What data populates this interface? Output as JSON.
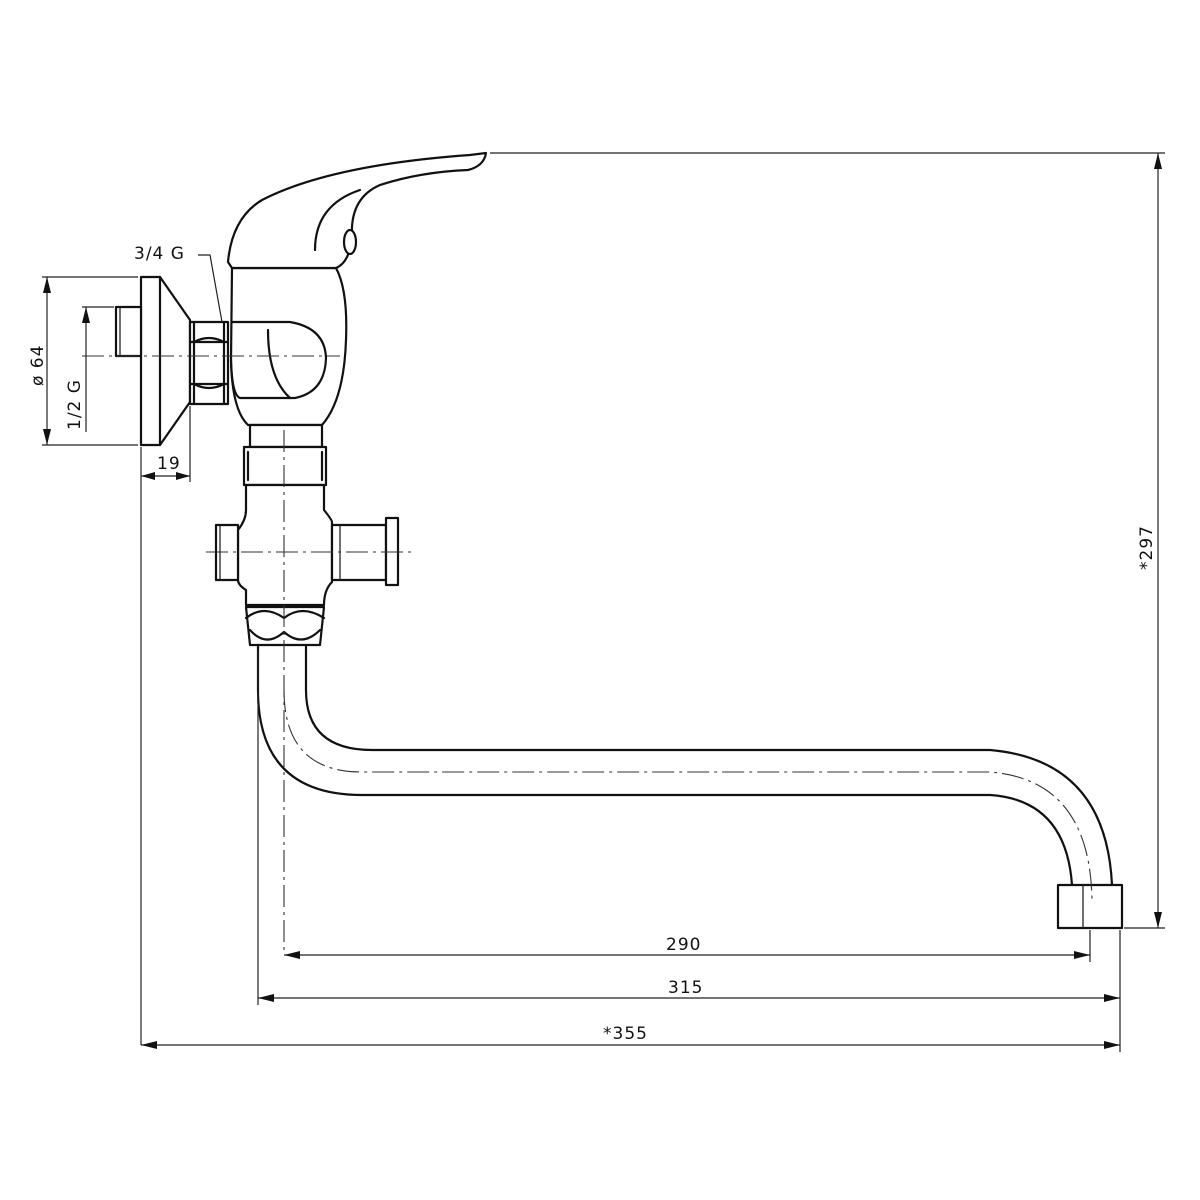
{
  "drawing": {
    "labels": {
      "connection_thread": "3/4 G",
      "flange_diameter": "ø 64",
      "inlet_thread": "1/2 G",
      "flange_depth": "19",
      "height": "*297",
      "reach_inner": "290",
      "reach_outer": "315",
      "overall_length": "*355"
    }
  }
}
